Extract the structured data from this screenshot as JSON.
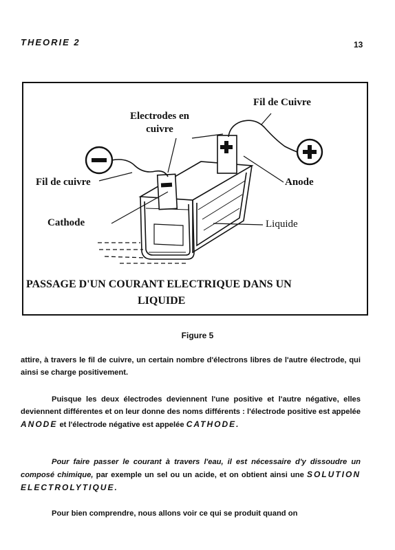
{
  "header": {
    "section": "THEORIE 2",
    "page_number": "13"
  },
  "figure": {
    "labels": {
      "fil_cuivre_right": "Fil de Cuivre",
      "electrodes": "Electrodes en",
      "electrodes_line2": "cuivre",
      "fil_cuivre_left": "Fil de cuivre",
      "anode": "Anode",
      "cathode": "Cathode",
      "liquide": "Liquide",
      "minus_sign": "−",
      "plus_sign": "+"
    },
    "title_line1": "PASSAGE D'UN COURANT ELECTRIQUE DANS UN",
    "title_line2": "LIQUIDE",
    "number": "Figure 5"
  },
  "paragraphs": {
    "p1": "attire, à travers le fil de cuivre, un certain nombre d'électrons libres de l'autre électrode, qui ainsi se charge positivement.",
    "p2_a": "Puisque les deux électrodes deviennent l'une positive et l'autre négative, elles deviennent différentes et on leur donne des noms différents : l'électrode positive est appelée ",
    "p2_anode": "ANODE",
    "p2_b": " et l'électrode négative est appelée ",
    "p2_cathode": "CATHODE.",
    "p3_a": "Pour faire passer le courant à travers l'eau, il est nécessaire d'y dissoudre un composé chimique,",
    "p3_b": " par exemple un sel ou un acide, et on obtient ainsi une ",
    "p3_solution": "SOLUTION ELECTROLYTIQUE.",
    "p4": "Pour bien comprendre, nous allons voir ce qui se produit quand on"
  }
}
